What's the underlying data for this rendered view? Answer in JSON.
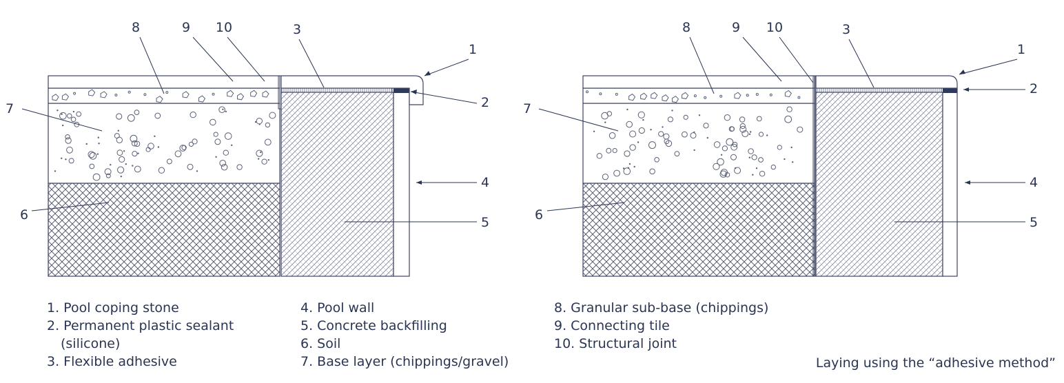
{
  "figure": {
    "caption": "Laying using the “adhesive method”",
    "callouts": [
      "1",
      "2",
      "3",
      "4",
      "5",
      "6",
      "7",
      "8",
      "9",
      "10"
    ]
  },
  "legend": {
    "col1": [
      "1. Pool coping stone",
      "2. Permanent plastic sealant",
      "(silicone)",
      "3. Flexible adhesive"
    ],
    "col2": [
      "4. Pool wall",
      "5. Concrete backfilling",
      "6. Soil",
      "7. Base layer (chippings/gravel)"
    ],
    "col3": [
      "8. Granular sub-base (chippings)",
      "9. Connecting tile",
      "10. Structural joint"
    ]
  },
  "colors": {
    "ink": "#2a3553",
    "line": "#3d4460",
    "sealant": "#2e3a5c"
  }
}
